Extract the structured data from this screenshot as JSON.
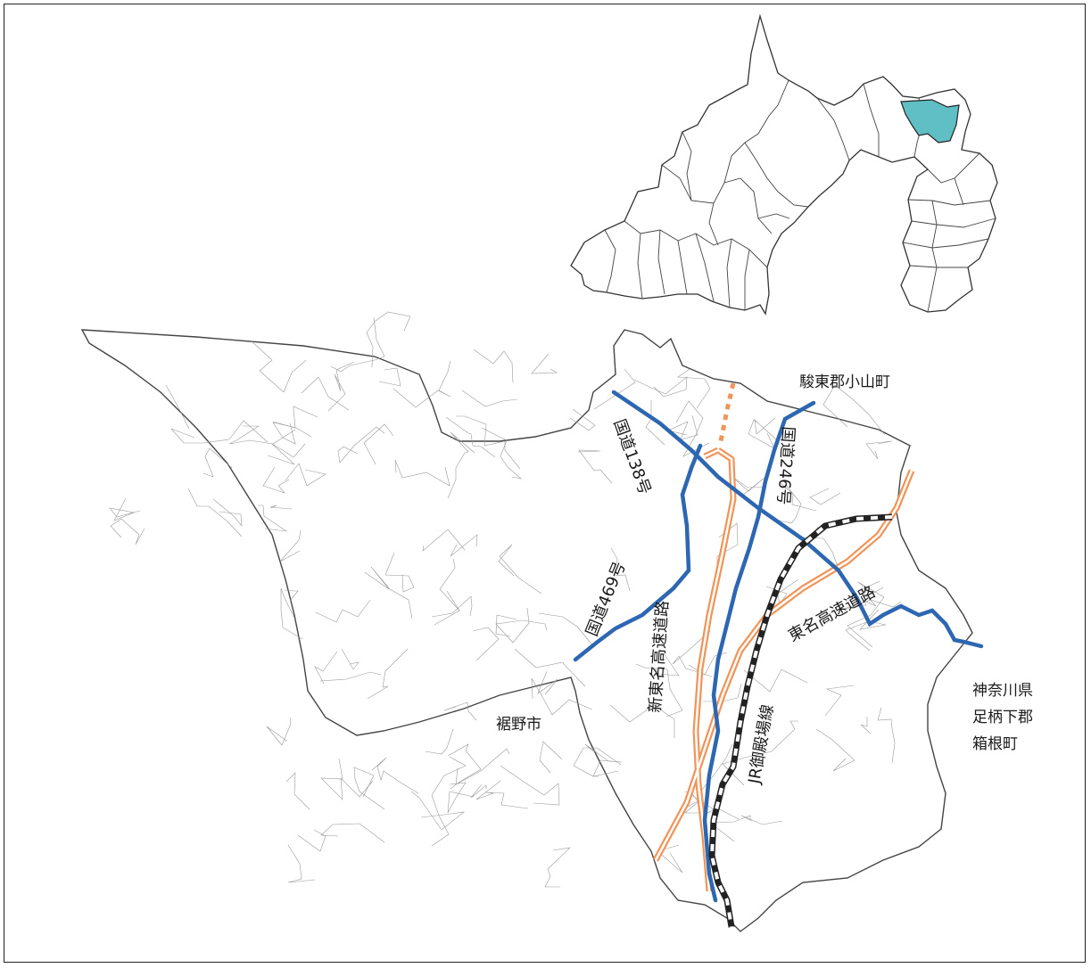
{
  "labels": {
    "oyama": "駿東郡小山町",
    "susono": "裾野市",
    "kanagawa_1": "神奈川県",
    "kanagawa_2": "足柄下郡",
    "kanagawa_3": "箱根町"
  },
  "roads": {
    "route138": "国道138号",
    "route246": "国道246号",
    "route469": "国道469号",
    "shin_tomei": "新東名高速道路",
    "tomei": "東名高速道路",
    "jr_gotemba": "JR御殿場線"
  },
  "colors": {
    "national_road": "#2e67b1",
    "expressway": "#f0955a",
    "railway": "#222222",
    "highlight_municipality": "#5fbfc4",
    "boundary": "#333333",
    "minor_roads": "#9a9a9a"
  }
}
